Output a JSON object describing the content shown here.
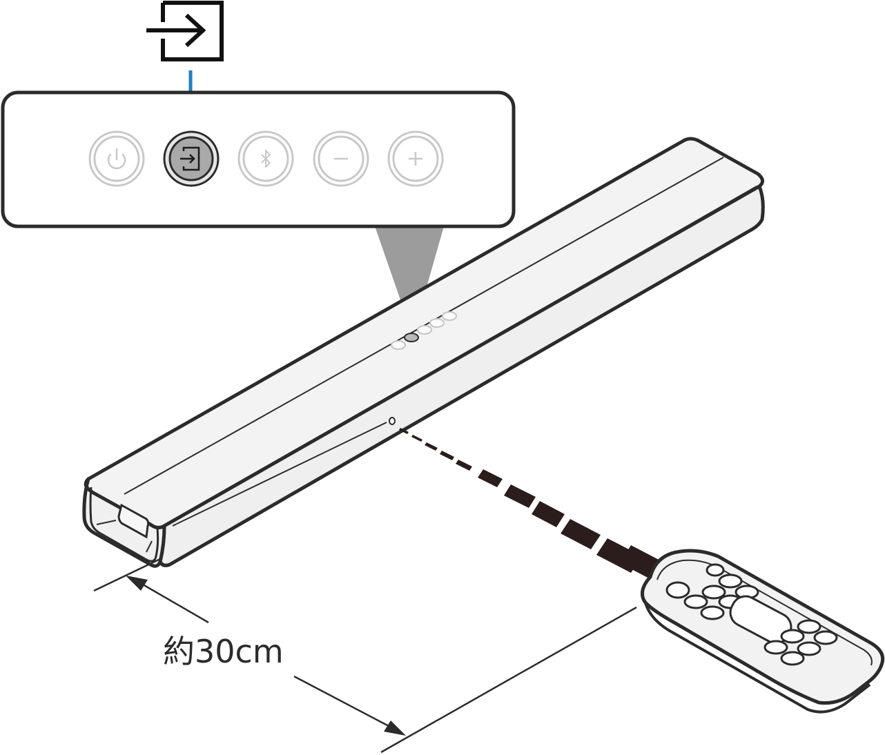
{
  "distance": {
    "label": "約30cm"
  },
  "top_panel": {
    "buttons": [
      {
        "name": "power-button",
        "icon": "power-icon",
        "state": "inactive"
      },
      {
        "name": "input-button",
        "icon": "input-icon",
        "state": "highlighted"
      },
      {
        "name": "bluetooth-button",
        "icon": "bluetooth-icon",
        "state": "inactive"
      },
      {
        "name": "volume-down-button",
        "icon": "minus-icon",
        "state": "inactive"
      },
      {
        "name": "volume-up-button",
        "icon": "plus-icon",
        "state": "inactive"
      }
    ],
    "callout_icon": "input-icon"
  },
  "colors": {
    "outline": "#2b2b2b",
    "callout_line": "#1f7ec1",
    "highlight_button": "#a9a9a9",
    "inactive_button": "#c7c7c7",
    "soundbar_body": "#f2f2f2",
    "ir_beam": "#2a1d1b",
    "projection": "#9c9c9c"
  }
}
